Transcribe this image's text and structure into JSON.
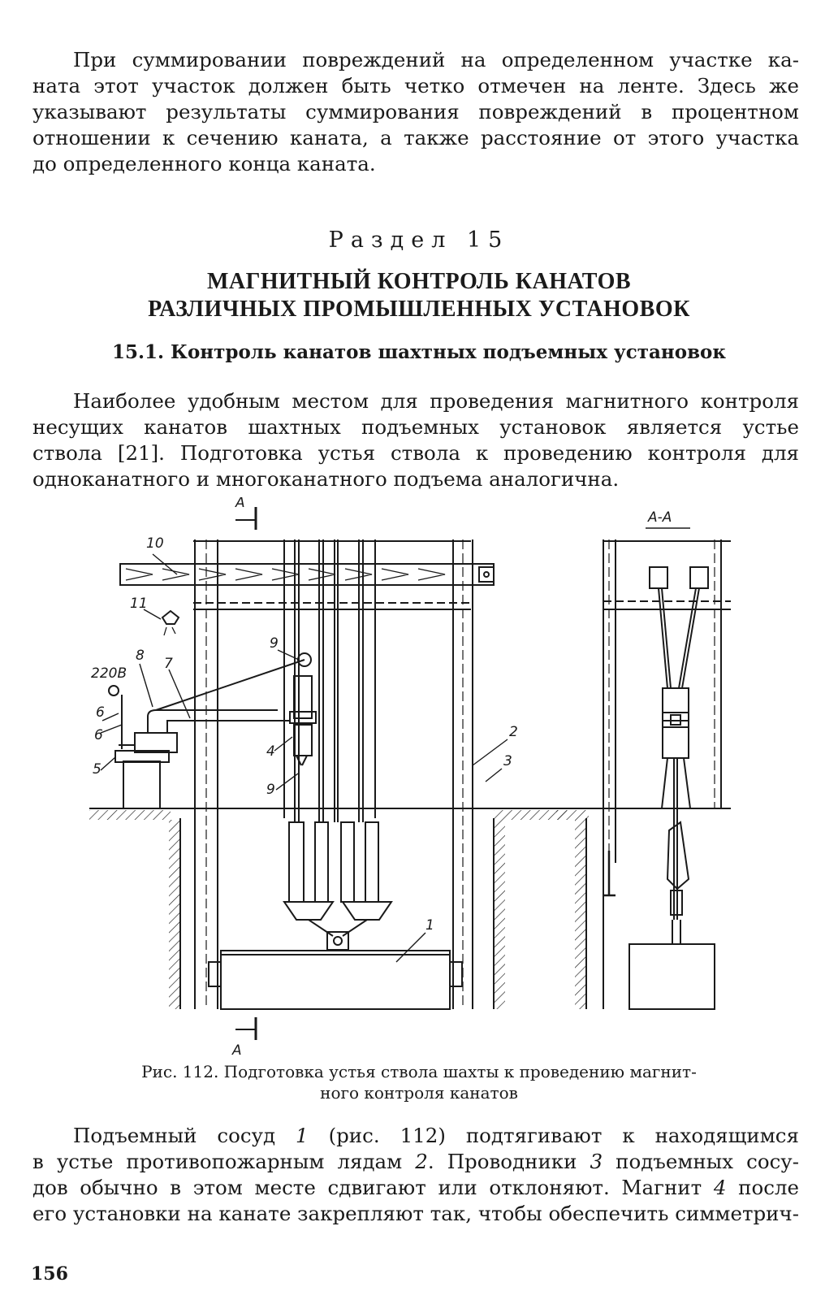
{
  "intro": {
    "lines": [
      "При суммировании повреждений на определенном участке ка-",
      "ната этот участок должен быть четко отмечен на ленте. Здесь же",
      "указывают результаты суммирования повреждений в процентном",
      "отношении к сечению каната, а также расстояние от этого участка",
      "до определенного конца каната."
    ]
  },
  "section": {
    "label": "Раздел 15",
    "title_line1": "МАГНИТНЫЙ КОНТРОЛЬ КАНАТОВ",
    "title_line2": "РАЗЛИЧНЫХ ПРОМЫШЛЕННЫХ УСТАНОВОК",
    "subsection": "15.1. Контроль канатов шахтных подъемных установок"
  },
  "para2": {
    "lines": [
      "Наиболее удобным местом для проведения магнитного контроля",
      "несущих канатов шахтных подъемных установок является устье",
      "ствола [21]. Подготовка устья ствола к проведению контроля для",
      "одноканатного и многоканатного подъема аналогична."
    ]
  },
  "figure": {
    "section_mark": "А",
    "section_view_label": "А-А",
    "voltage_label": "220В",
    "callouts": [
      "1",
      "2",
      "3",
      "4",
      "5",
      "6",
      "7",
      "8",
      "9",
      "9",
      "10",
      "11"
    ]
  },
  "caption": {
    "line1": "Рис. 112. Подготовка устья ствола шахты к проведению магнит-",
    "line2": "ного контроля канатов"
  },
  "para3": {
    "l1a": "Подъемный сосуд ",
    "n1": "1",
    "l1b": " (рис. 112) подтягивают к находящимся",
    "l2a": "в устье противопожарным лядам ",
    "n2": "2",
    "l2b": ". Проводники ",
    "n3": "3",
    "l2c": " подъемных сосу-",
    "l3a": "дов обычно в этом месте сдвигают или отклоняют. Магнит ",
    "n4": "4",
    "l3b": " после",
    "l4": "его установки на канате закрепляют так, чтобы обеспечить симметрич-"
  },
  "page_number": "156"
}
